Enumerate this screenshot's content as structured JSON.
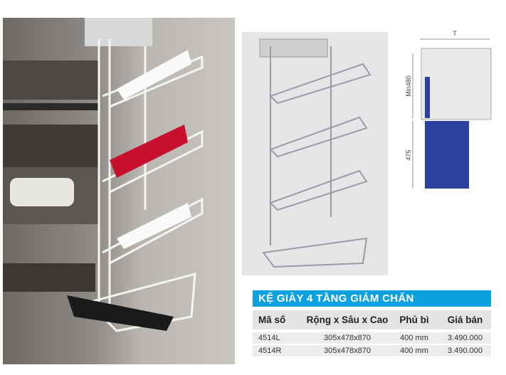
{
  "product": {
    "title": "KỆ GIÀY 4 TẦNG GIẢM CHẤN",
    "diagram_labels": {
      "top": "T",
      "upper": "Min480",
      "lower": "475"
    },
    "table": {
      "headers": [
        "Mã số",
        "Rộng x Sâu x Cao",
        "Phủ bì",
        "Giá bán"
      ],
      "rows": [
        [
          "4514L",
          "305x478x870",
          "400 mm",
          "3.490.000"
        ],
        [
          "4514R",
          "305x478x870",
          "400 mm",
          "3.490.000"
        ]
      ]
    }
  },
  "colors": {
    "accent": "#0ba1de",
    "diagram_blue": "#2a3f9e"
  }
}
